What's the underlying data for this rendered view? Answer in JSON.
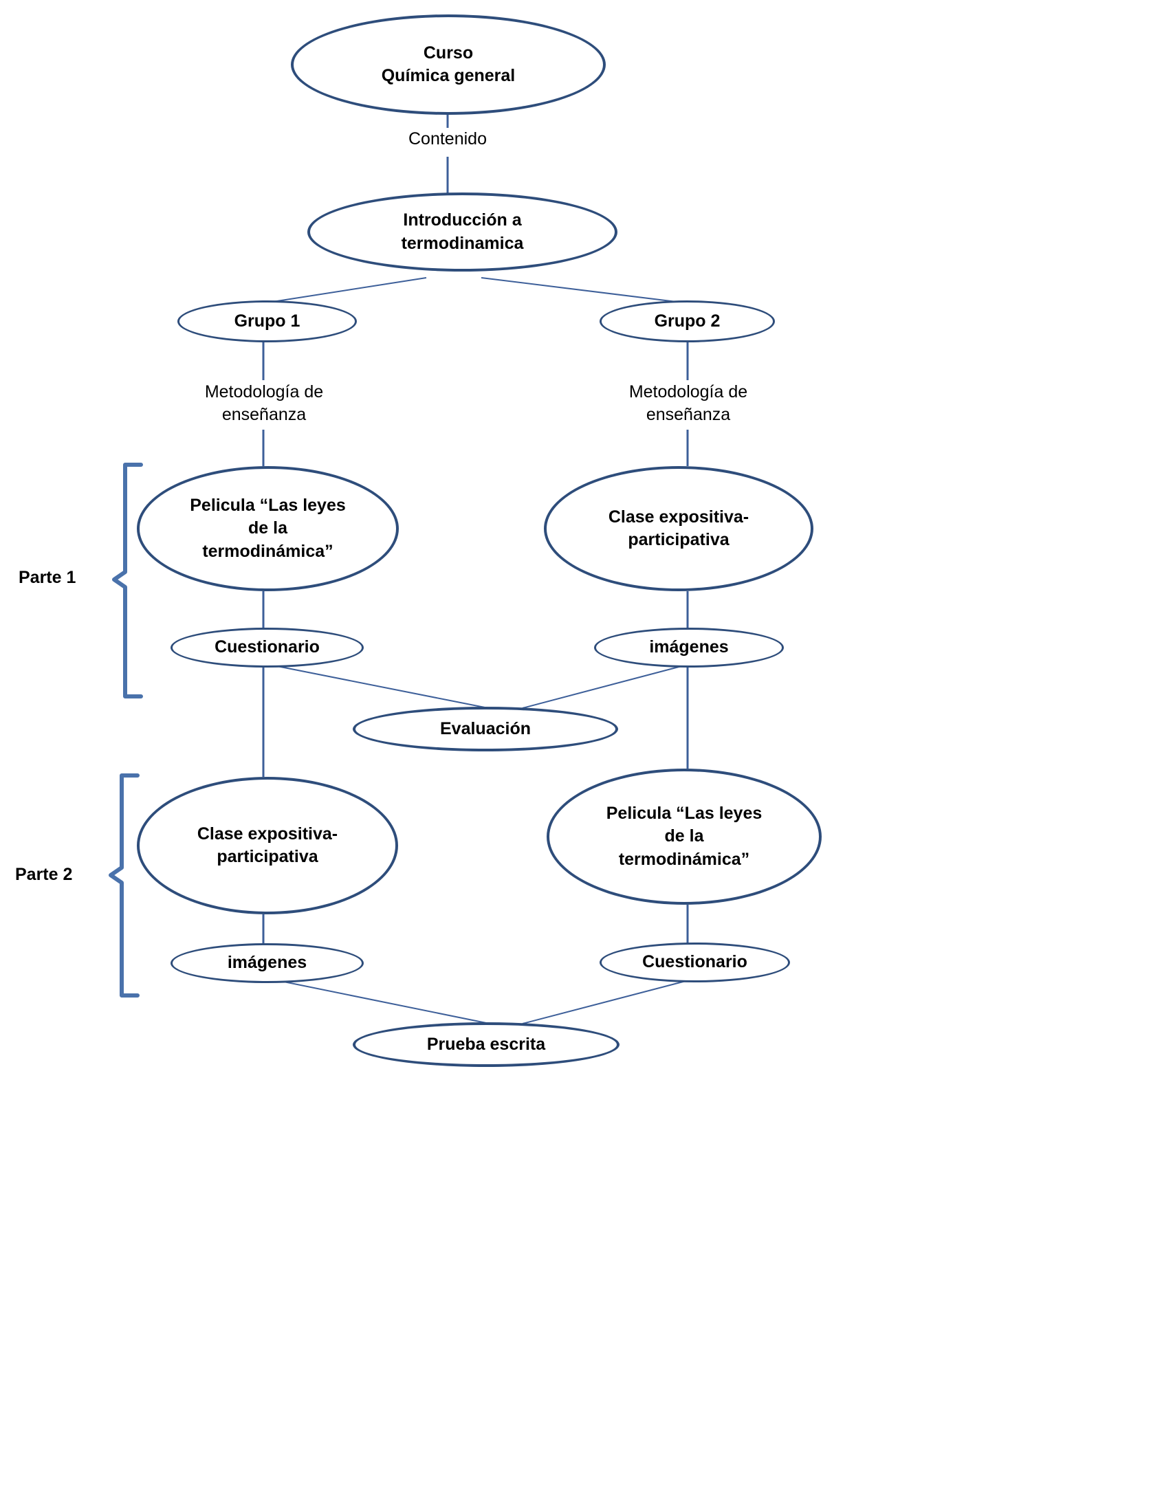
{
  "diagram": {
    "title_node": "Curso\nQuímica general",
    "nodes": {
      "curso": "Curso\nQuímica general",
      "introduccion": "Introducción a\ntermodinamica",
      "grupo1": "Grupo 1",
      "grupo2": "Grupo 2",
      "p1_left_method": "Pelicula “Las leyes\nde la\ntermodinámica”",
      "p1_right_method": "Clase expositiva-\nparticipativa",
      "p1_left_activity": "Cuestionario",
      "p1_right_activity": "imágenes",
      "evaluacion": "Evaluación",
      "p2_left_method": "Clase expositiva-\nparticipativa",
      "p2_right_method": "Pelicula “Las leyes\nde la\ntermodinámica”",
      "p2_left_activity": "imágenes",
      "p2_right_activity": "Cuestionario",
      "prueba": "Prueba escrita"
    },
    "edge_labels": {
      "contenido": "Contenido",
      "metodologia_left": "Metodología de\nenseñanza",
      "metodologia_right": "Metodología de\nenseñanza"
    },
    "part_labels": {
      "parte1": "Parte 1",
      "parte2": "Parte 2"
    },
    "colors": {
      "node_stroke": "#2e4d7b",
      "connector": "#3d5f99",
      "bracket": "#4a72ab",
      "text": "#000000",
      "background": "#ffffff"
    }
  }
}
